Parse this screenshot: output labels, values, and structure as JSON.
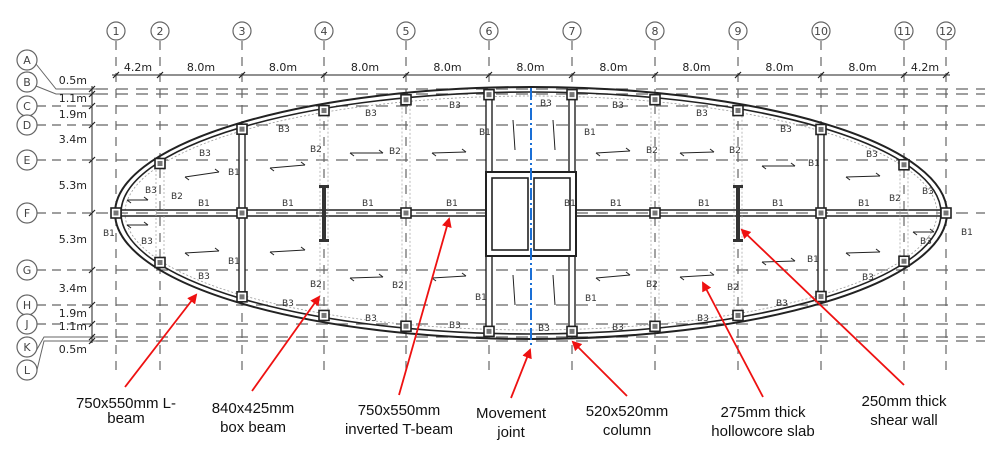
{
  "column_grid": [
    "1",
    "2",
    "3",
    "4",
    "5",
    "6",
    "7",
    "8",
    "9",
    "10",
    "11",
    "12"
  ],
  "row_grid": [
    "A",
    "B",
    "C",
    "D",
    "E",
    "F",
    "G",
    "H",
    "J",
    "K",
    "L"
  ],
  "column_spacings": [
    "4.2m",
    "8.0m",
    "8.0m",
    "8.0m",
    "8.0m",
    "8.0m",
    "8.0m",
    "8.0m",
    "8.0m",
    "8.0m",
    "4.2m"
  ],
  "row_spacings": [
    "0.5m",
    "1.1m",
    "1.9m",
    "3.4m",
    "5.3m",
    "5.3m",
    "3.4m",
    "1.9m",
    "1.1m",
    "0.5m"
  ],
  "beam_labels": [
    "B3",
    "B1",
    "B3",
    "B2",
    "B1",
    "B1",
    "B1",
    "B1",
    "B1",
    "B2",
    "B3",
    "B3",
    "B2",
    "B3",
    "B1",
    "B3",
    "B1",
    "B3",
    "B2",
    "B3",
    "B2",
    "B3",
    "B1",
    "B3",
    "B2",
    "B3",
    "B1",
    "B1",
    "B1",
    "B1",
    "B1",
    "B3",
    "B1",
    "B3",
    "B2",
    "B3",
    "B2",
    "B3",
    "B1",
    "B3",
    "B3",
    "B1",
    "B3",
    "B2",
    "B2",
    "B3",
    "B1",
    "B3",
    "B3",
    "B3",
    "B1"
  ],
  "callouts": [
    {
      "line1": "750x550mm L-",
      "line2": "beam"
    },
    {
      "line1": "840x425mm",
      "line2": "box beam"
    },
    {
      "line1": "750x550mm",
      "line2": "inverted T-beam"
    },
    {
      "line1": "Movement",
      "line2": "joint"
    },
    {
      "line1": "520x520mm",
      "line2": "column"
    },
    {
      "line1": "275mm thick",
      "line2": "hollowcore slab"
    },
    {
      "line1": "250mm thick",
      "line2": "shear wall"
    }
  ],
  "colors": {
    "callout_arrow": "#ee1111",
    "movement_joint": "#1a6fd6",
    "structure": "#222222",
    "grid": "#666666"
  }
}
